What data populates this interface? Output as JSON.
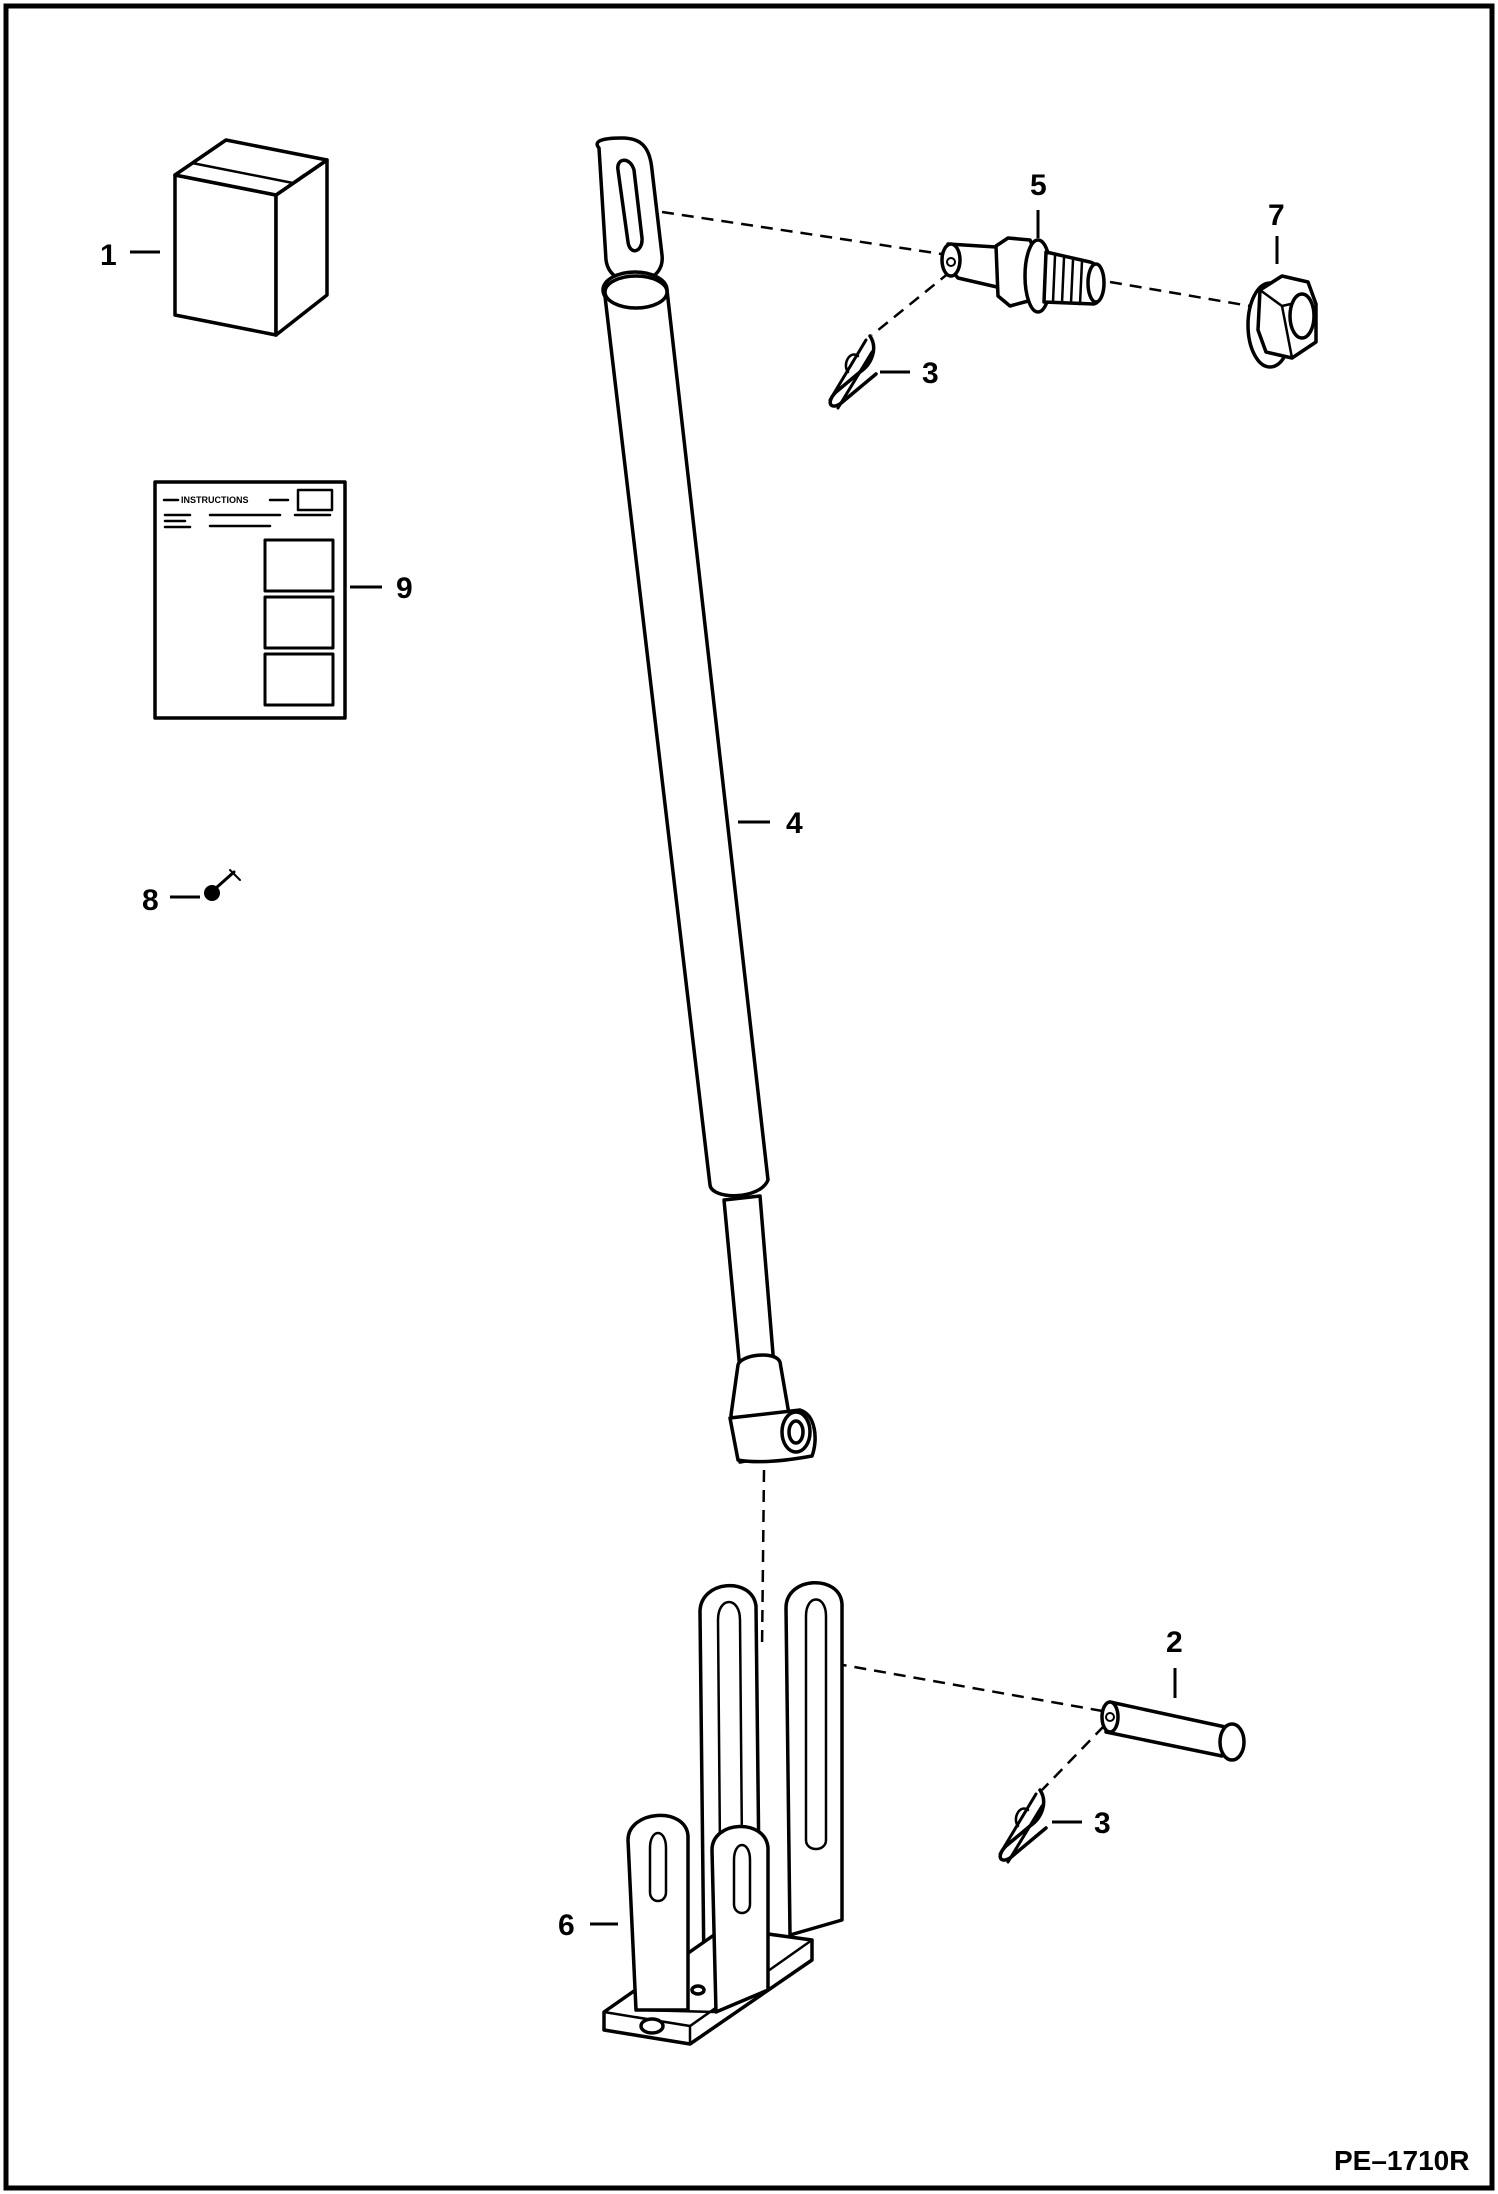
{
  "diagram": {
    "reference_code": "PE–1710R",
    "instructions_header": "INSTRUCTIONS",
    "callouts": {
      "c1": "1",
      "c2": "2",
      "c3a": "3",
      "c3b": "3",
      "c4": "4",
      "c5": "5",
      "c6": "6",
      "c7": "7",
      "c8": "8",
      "c9": "9"
    }
  }
}
